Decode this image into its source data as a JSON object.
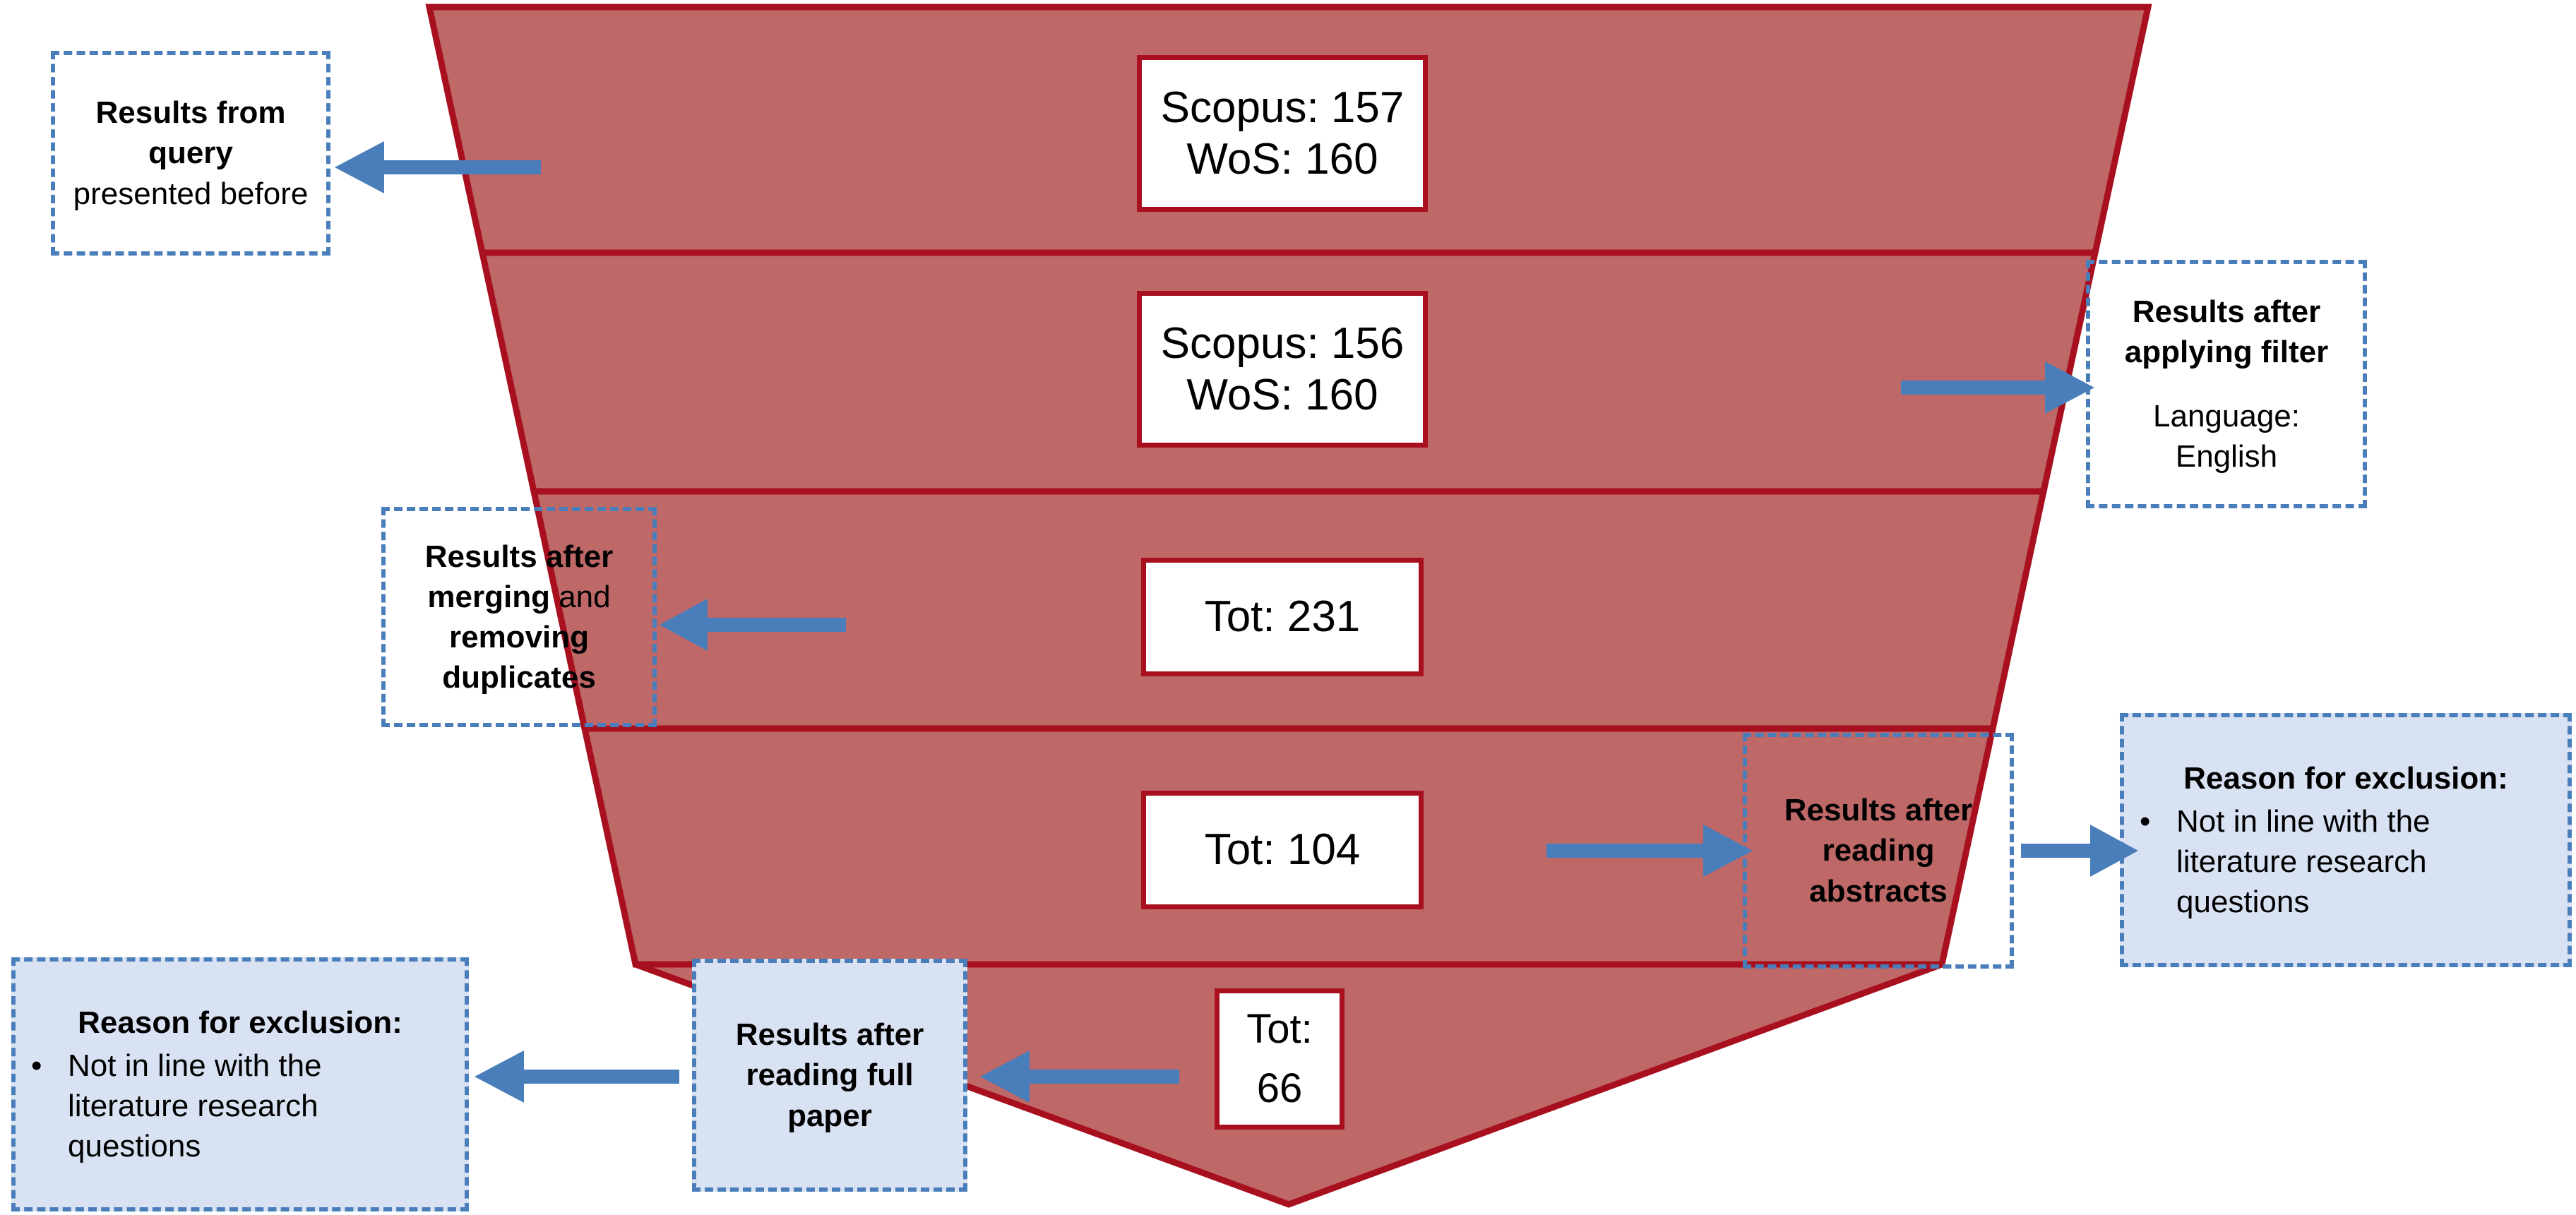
{
  "diagram": {
    "title": "Literature search selection funnel",
    "colors": {
      "funnel_fill": "#BE6868",
      "funnel_border": "#A8101F",
      "arrow": "#4A7EBB",
      "callout_border": "#4A7EBB",
      "callout_fill": "#D9E2F3",
      "text": "#000000",
      "background": "#FFFFFF"
    }
  },
  "funnel": {
    "levels": [
      {
        "id": "level-1",
        "lines": [
          "Scopus: 157",
          "WoS: 160"
        ],
        "scopus": 157,
        "wos": 160
      },
      {
        "id": "level-2",
        "lines": [
          "Scopus: 156",
          "WoS: 160"
        ],
        "scopus": 156,
        "wos": 160
      },
      {
        "id": "level-3",
        "lines": [
          "Tot: 231"
        ],
        "total": 231
      },
      {
        "id": "level-4",
        "lines": [
          "Tot: 104"
        ],
        "total": 104
      },
      {
        "id": "level-5",
        "lines": [
          "Tot:",
          "66"
        ],
        "total": 66
      }
    ]
  },
  "callouts": {
    "query": {
      "bold": "Results from query",
      "regular": "presented before"
    },
    "filter": {
      "bold": "Results after applying filter",
      "regular": "Language: English"
    },
    "merge": {
      "bold_1": "Results after merging",
      "regular_mid": "and",
      "bold_2": "removing duplicates"
    },
    "abstracts": {
      "bold": "Results after reading abstracts"
    },
    "full_paper": {
      "bold": "Results after reading full paper"
    },
    "reason_right": {
      "title": "Reason for exclusion:",
      "bullet": "•",
      "item": "Not in line with the literature research questions"
    },
    "reason_left": {
      "title": "Reason for exclusion:",
      "bullet": "•",
      "item": "Not in line with the literature research questions"
    }
  },
  "arrows": {
    "query": {
      "direction": "left"
    },
    "filter": {
      "direction": "right"
    },
    "merge": {
      "direction": "left"
    },
    "abstracts": {
      "direction": "right"
    },
    "reason_right": {
      "direction": "right"
    },
    "full_paper": {
      "direction": "left"
    },
    "reason_left": {
      "direction": "left"
    }
  }
}
